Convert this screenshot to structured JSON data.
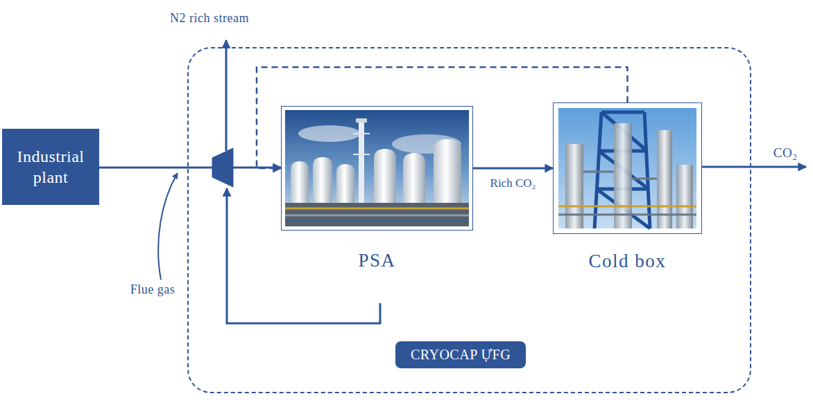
{
  "diagram": {
    "nodes": [
      {
        "text": [
          "Industrial plant"
        ]
      },
      {
        "text": [
          "CRYOCAP ỰFG"
        ]
      },
      {
        "text": [
          "PSA"
        ],
        "in": 1
      },
      {
        "text": [
          "Cold box"
        ],
        "in": 1
      }
    ],
    "edges": [
      {
        "from": 0,
        "to": 2,
        "arrow": "to"
      },
      {
        "from": 2,
        "to": 3,
        "label": "Rich CO₂",
        "arrow": "to"
      },
      {
        "from": 3,
        "to": 2,
        "arrow": "to"
      }
    ],
    "labels": [
      "N2 rich stream",
      "Flue gas",
      "CO₂"
    ]
  }
}
